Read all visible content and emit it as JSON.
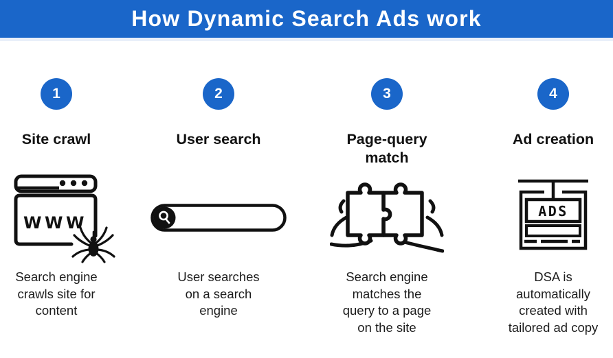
{
  "header": {
    "title": "How Dynamic Search Ads work"
  },
  "colors": {
    "primary_blue": "#1a66c9",
    "icon_black": "#111111",
    "divider_strip": "#e9eff9",
    "background": "#ffffff",
    "title_text": "#ffffff",
    "heading_text": "#111111",
    "body_text": "#1c1c1c"
  },
  "steps": [
    {
      "number": "1",
      "title": "Site crawl",
      "description": "Search engine\ncrawls site for\ncontent",
      "icon": "browser-spider-icon",
      "icon_label": "WWW"
    },
    {
      "number": "2",
      "title": "User search",
      "description": "User searches\non a search\nengine",
      "icon": "search-bar-icon"
    },
    {
      "number": "3",
      "title": "Page-query\nmatch",
      "description": "Search engine\nmatches the\nquery to a page\non the site",
      "icon": "puzzle-pieces-icon"
    },
    {
      "number": "4",
      "title": "Ad creation",
      "description": "DSA is\nautomatically\ncreated with\ntailored ad copy",
      "icon": "ads-page-icon",
      "icon_label": "ADS"
    }
  ]
}
